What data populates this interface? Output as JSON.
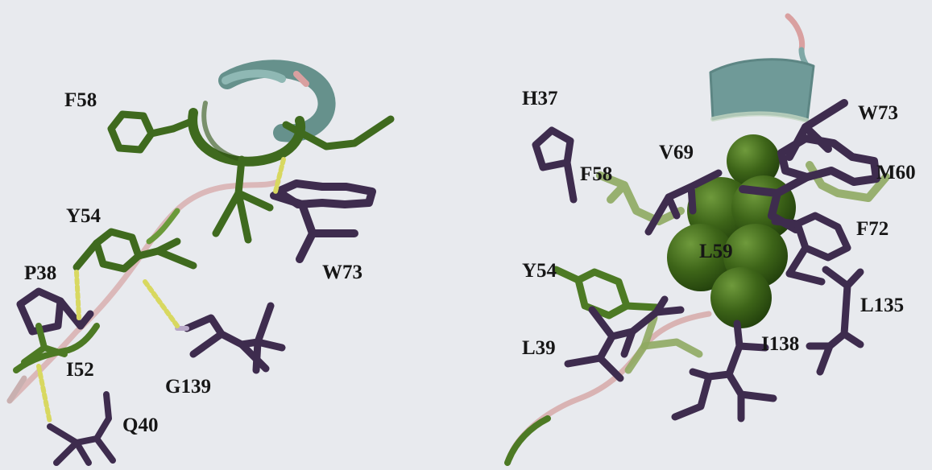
{
  "colors": {
    "background": "#e8eaee",
    "helix_teal": "#6f9a98",
    "residue_green": "#3f6a1e",
    "residue_green_light": "#8faa62",
    "residue_purple": "#3e2c4e",
    "loop_pink": "#d9b3b3",
    "hbond_yellow": "#d8d860",
    "sphere_green": "#3d6418"
  },
  "left_panel": {
    "labels": {
      "F58": "F58",
      "Y54": "Y54",
      "P38": "P38",
      "W73": "W73",
      "I52": "I52",
      "G139": "G139",
      "Q40": "Q40"
    }
  },
  "right_panel": {
    "labels": {
      "H37": "H37",
      "F58": "F58",
      "V69": "V69",
      "W73": "W73",
      "M60": "M60",
      "F72": "F72",
      "L59": "L59",
      "Y54": "Y54",
      "L135": "L135",
      "L39": "L39",
      "I138": "I138"
    }
  }
}
